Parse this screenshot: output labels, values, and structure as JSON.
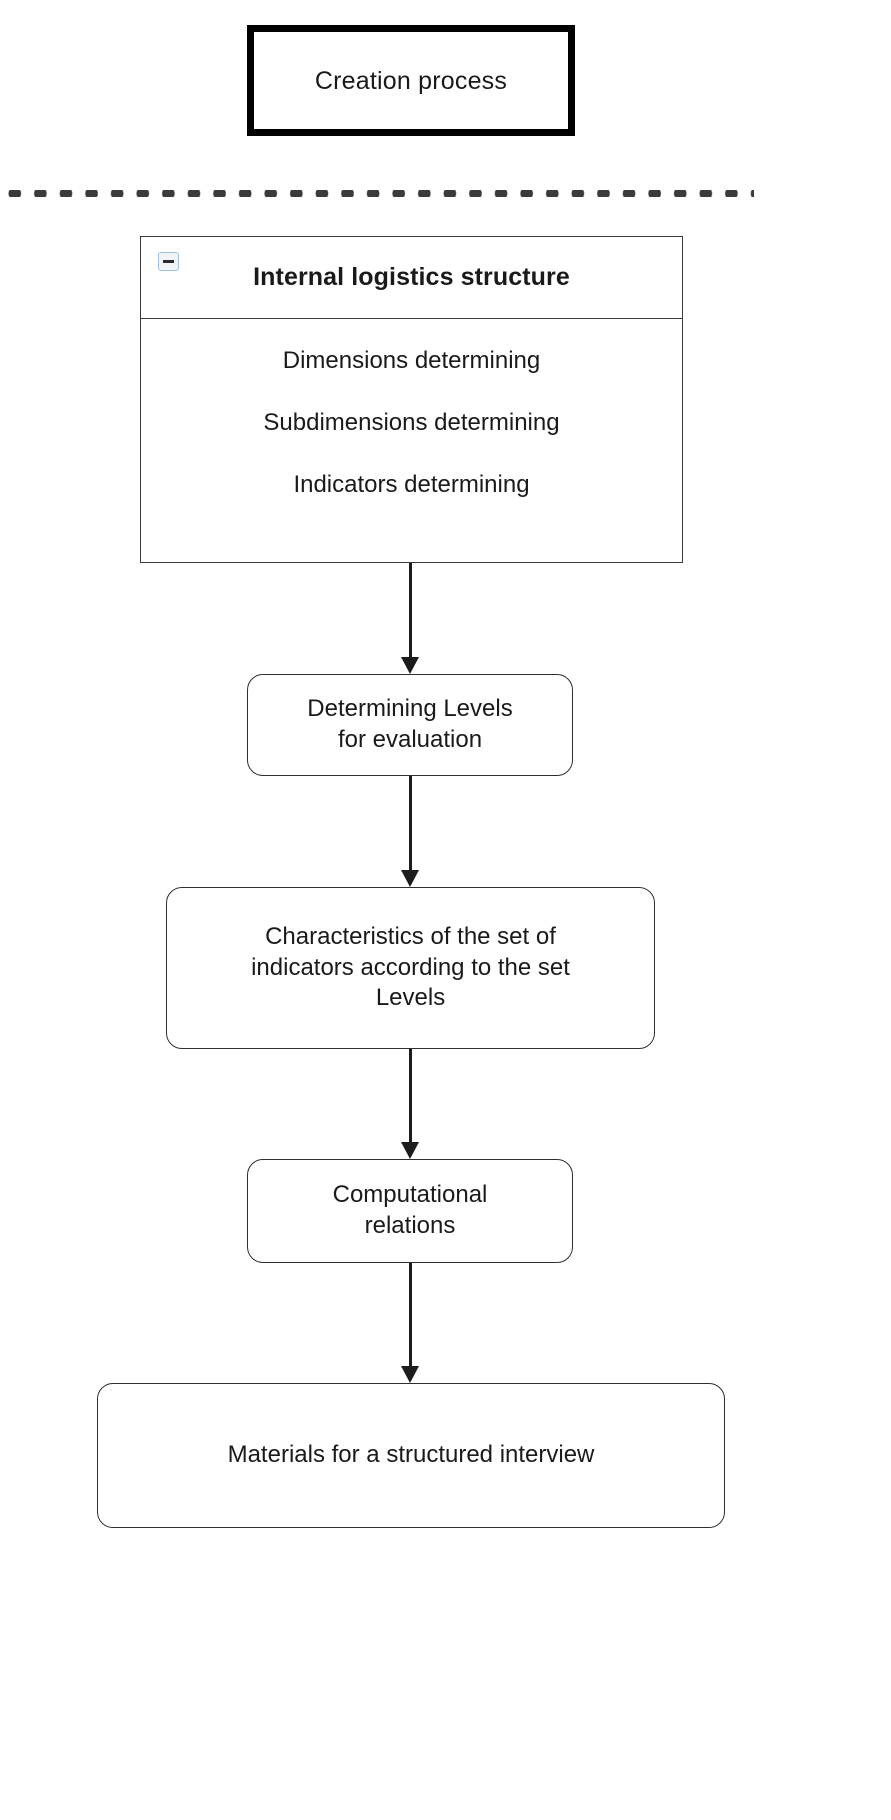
{
  "diagram": {
    "title_box": {
      "label": "Creation process"
    },
    "separator": {
      "style": "dotted-horizontal-rule"
    },
    "panel": {
      "collapse_icon": "minus-collapse-icon",
      "header": "Internal logistics structure",
      "items": [
        {
          "label": "Dimensions determining"
        },
        {
          "label": "Subdimensions determining"
        },
        {
          "label": "Indicators determining"
        }
      ]
    },
    "nodes": [
      {
        "id": "levels",
        "label": "Determining Levels\nfor evaluation"
      },
      {
        "id": "charac",
        "label": "Characteristics of the set of\nindicators according to the set\nLevels"
      },
      {
        "id": "comput",
        "label": "Computational\nrelations"
      },
      {
        "id": "material",
        "label": "Materials for a structured interview"
      }
    ],
    "arrows": [
      {
        "id": "arrow-1",
        "from": "internal-logistics-structure",
        "to": "levels",
        "icon": "arrow-down-icon"
      },
      {
        "id": "arrow-2",
        "from": "levels",
        "to": "charac",
        "icon": "arrow-down-icon"
      },
      {
        "id": "arrow-3",
        "from": "charac",
        "to": "comput",
        "icon": "arrow-down-icon"
      },
      {
        "id": "arrow-4",
        "from": "comput",
        "to": "material",
        "icon": "arrow-down-icon"
      }
    ],
    "colors": {
      "stroke": "#2e2e2e",
      "title_border": "#000000",
      "text": "#1a1a1a",
      "icon_border": "#9fc2de",
      "background": "#ffffff"
    }
  }
}
